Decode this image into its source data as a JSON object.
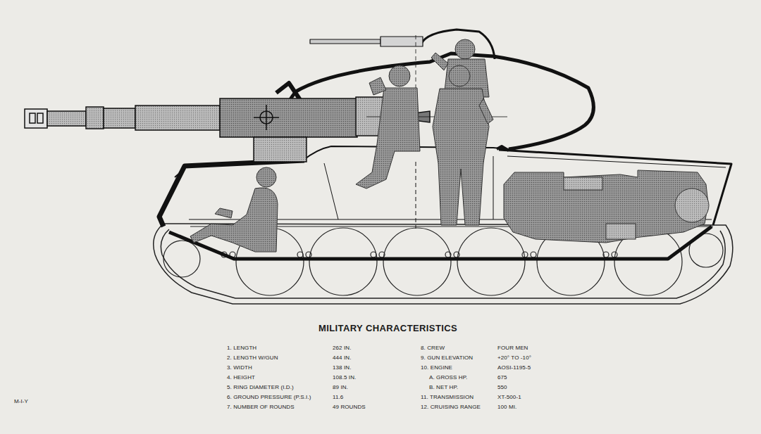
{
  "diagram": {
    "title": "MILITARY CHARACTERISTICS",
    "labels": [
      "1. LENGTH",
      "262 IN.",
      "2. LENGTH W/GUN",
      "444 IN.",
      "3. WIDTH",
      "138 IN.",
      "4. HEIGHT",
      "108.5 IN.",
      "5. RING DIAMETER (I.D.)",
      "89 IN.",
      "6. GROUND PRESSURE (P.S.I.)",
      "11.6",
      "7. NUMBER OF ROUNDS",
      "49 ROUNDS",
      "8. CREW",
      "FOUR MEN",
      "9. GUN ELEVATION",
      "+20° TO -10°",
      "10. ENGINE",
      "AOSI-1195-5",
      "A. GROSS HP.",
      "675",
      "B. NET HP.",
      "550",
      "11. TRANSMISSION",
      "XT-500-1",
      "12. CRUISING RANGE",
      "100 MI.",
      "M-I-Y"
    ]
  }
}
